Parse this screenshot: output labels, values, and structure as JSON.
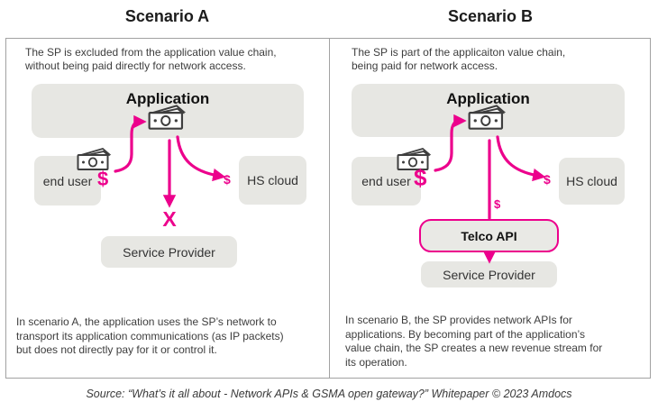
{
  "colors": {
    "accent_pink": "#ec008c",
    "box_gray": "#e7e7e3",
    "border_gray": "#a2a2a2",
    "text_dark": "#3d3d3d"
  },
  "icons": {
    "money_icon": "stack-of-banknotes"
  },
  "scenario_a": {
    "title": "Scenario A",
    "description_lines": [
      "The SP is excluded from the application value chain,",
      "without being paid directly for network access."
    ],
    "application_label": "Application",
    "end_user_label": "end user",
    "hs_cloud_label": "HS cloud",
    "service_provider_label": "Service Provider",
    "dollar_end_user": "$",
    "dollar_hs_cloud": "$",
    "blocked_x": "X",
    "footnote_lines": [
      "In scenario A, the application uses the SP’s network to",
      "transport its application communications (as IP packets)",
      "but does not directly pay for it or control it."
    ]
  },
  "scenario_b": {
    "title": "Scenario B",
    "description_lines": [
      "The SP is part of the applicaiton value chain,",
      "being paid for network access."
    ],
    "application_label": "Application",
    "end_user_label": "end user",
    "hs_cloud_label": "HS cloud",
    "telco_api_label": "Telco API",
    "service_provider_label": "Service Provider",
    "dollar_end_user": "$",
    "dollar_telco": "$",
    "dollar_hs_cloud": "$",
    "footnote_lines": [
      "In scenario B, the SP provides network APIs for",
      "applications. By becoming part of the application’s",
      "value chain, the SP creates a new revenue stream for",
      "its operation."
    ]
  },
  "source_line": "Source: “What’s it all about - Network APIs & GSMA open gateway?” Whitepaper © 2023 Amdocs"
}
